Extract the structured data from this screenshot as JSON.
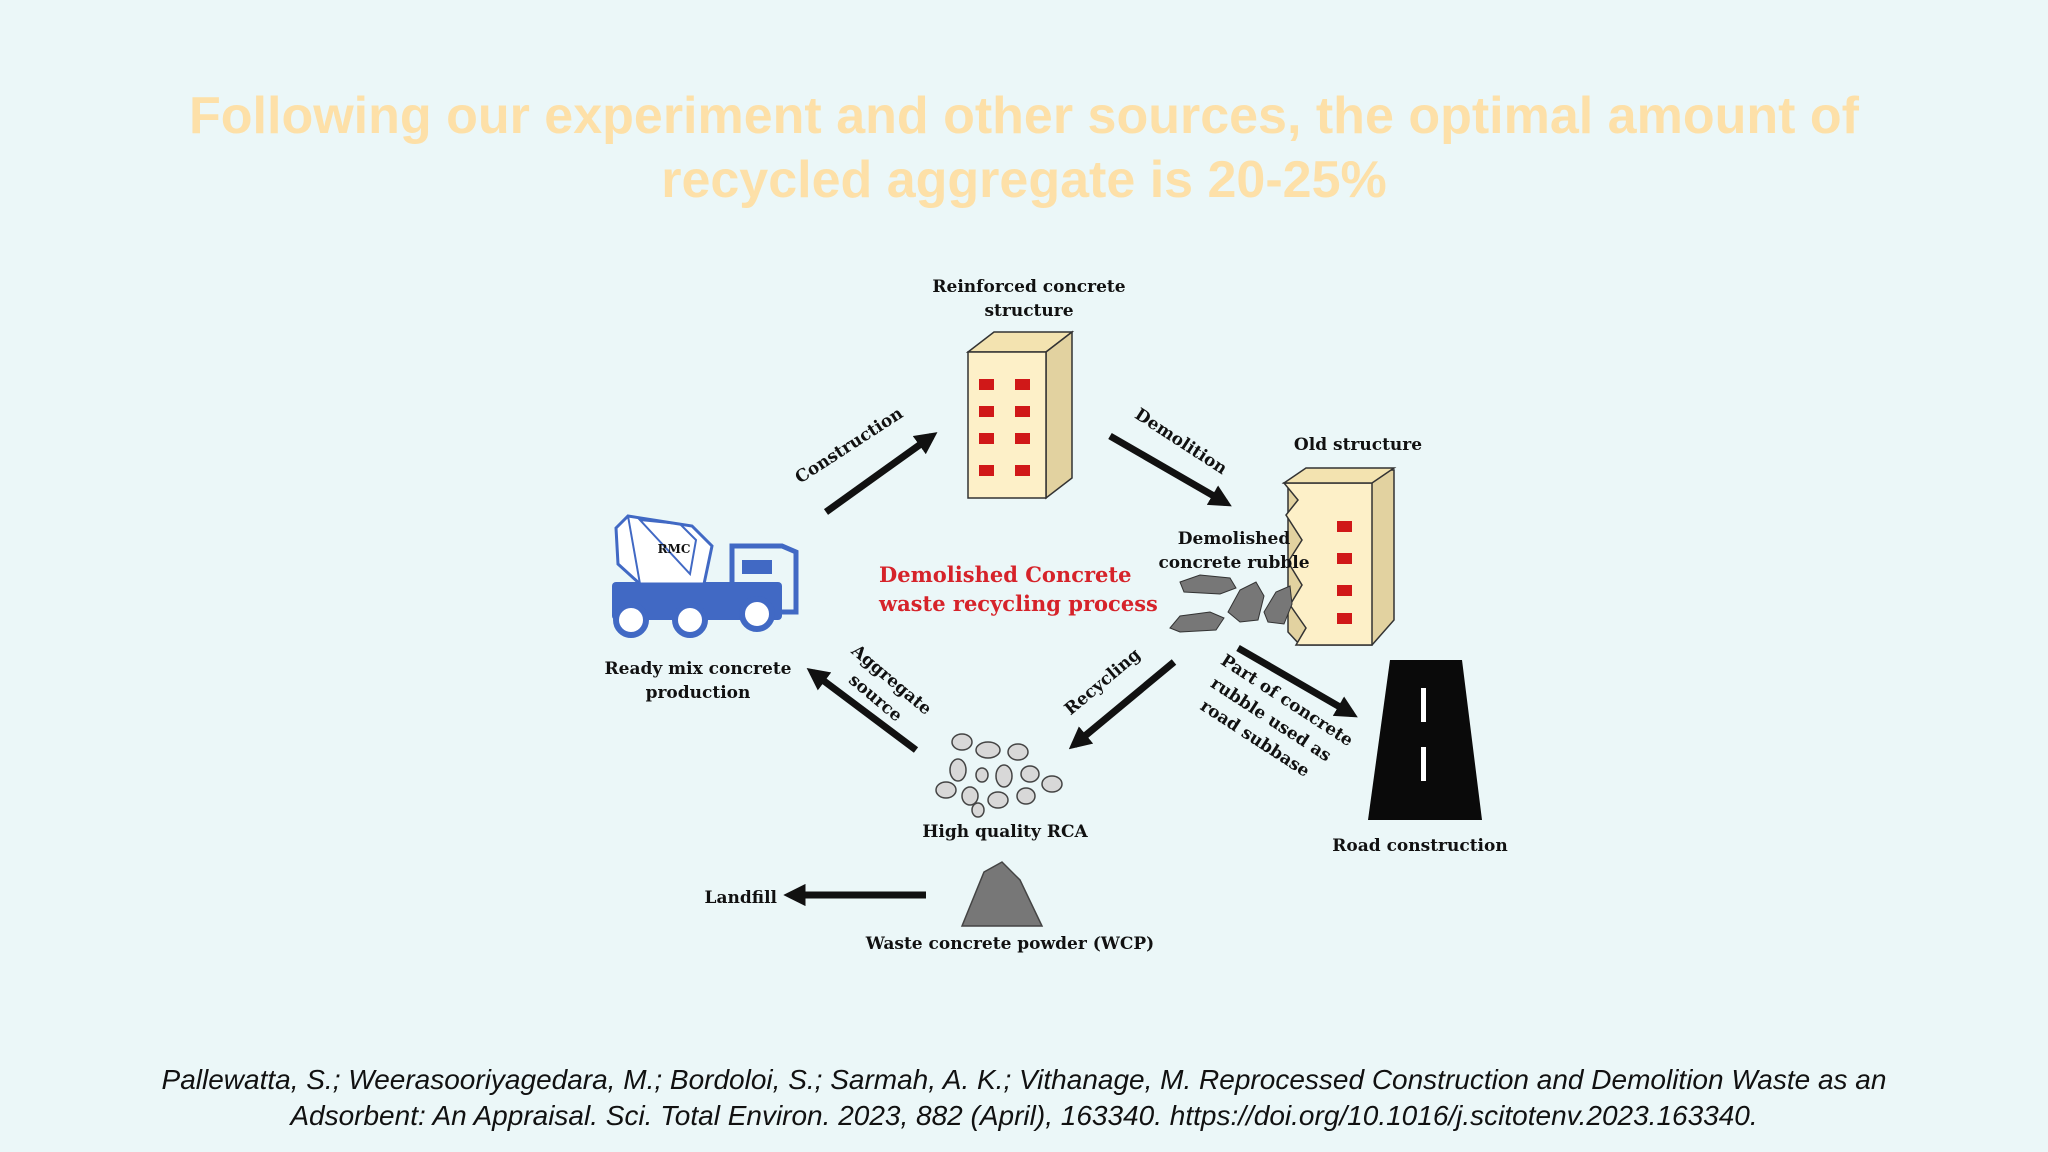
{
  "slide": {
    "title_line1": "Following our experiment and other sources, the optimal amount of",
    "title_line2": "recycled aggregate is 20-25%",
    "citation_line1": "Pallewatta, S.; Weerasooriyagedara, M.; Bordoloi, S.; Sarmah, A. K.; Vithanage, M. Reprocessed Construction and Demolition Waste as an",
    "citation_line2": "Adsorbent: An Appraisal. Sci. Total Environ. 2023, 882 (April), 163340. https://doi.org/10.1016/j.scitotenv.2023.163340."
  },
  "diagram": {
    "center_line1": "Demolished Concrete",
    "center_line2": "waste recycling process",
    "building_label_line1": "Reinforced concrete",
    "building_label_line2": "structure",
    "old_structure_label": "Old structure",
    "rubble_label_line1": "Demolished",
    "rubble_label_line2": "concrete rubble",
    "truck_text": "RMC",
    "truck_label_line1": "Ready mix concrete",
    "truck_label_line2": "production",
    "rca_label": "High quality RCA",
    "wcp_label": "Waste concrete powder (WCP)",
    "landfill_label": "Landfill",
    "road_label": "Road construction",
    "arrow_construction": "Construction",
    "arrow_demolition": "Demolition",
    "arrow_aggregate_line1": "Aggregate",
    "arrow_aggregate_line2": "source",
    "arrow_recycling": "Recycling",
    "arrow_road_line1": "Part of concrete",
    "arrow_road_line2": "rubble used as",
    "arrow_road_line3": "road subbase"
  },
  "colors": {
    "title": "#fde0a8",
    "center_text": "#d6232a",
    "truck": "#4169c4",
    "building_wall": "#fdf0c8",
    "window": "#d01818",
    "rubble": "#777777"
  }
}
